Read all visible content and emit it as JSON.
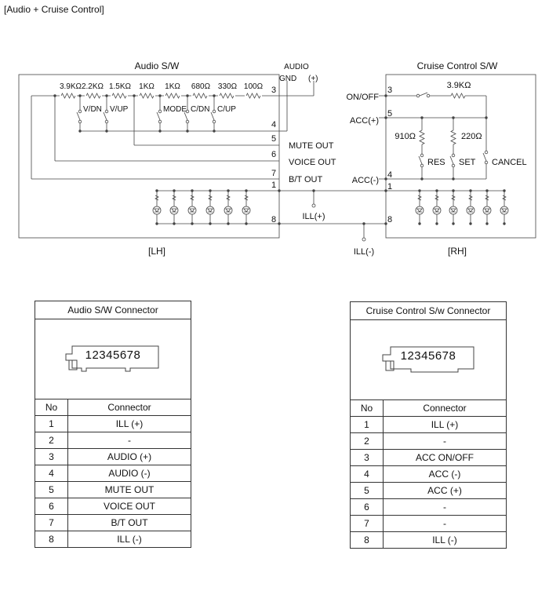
{
  "title": "[Audio + Cruise Control]",
  "audio_sw": {
    "title": "Audio S/W",
    "side": "[LH]",
    "resistors": [
      "3.9KΩ",
      "2.2KΩ",
      "1.5KΩ",
      "1KΩ",
      "1KΩ",
      "680Ω",
      "330Ω",
      "100Ω"
    ],
    "switches": [
      "V/DN",
      "V/UP",
      "MODE",
      "C/DN",
      "C/UP"
    ],
    "pins": [
      "3",
      "4",
      "5",
      "6",
      "7",
      "1",
      "8"
    ],
    "outputs": [
      "MUTE OUT",
      "VOICE OUT",
      "B/T OUT"
    ],
    "audio_label": "AUDIO",
    "gnd_label": "GND",
    "plus_label": "(+)"
  },
  "ill": {
    "plus": "ILL(+)",
    "minus": "ILL(-)"
  },
  "cruise_sw": {
    "title": "Cruise Control S/W",
    "side": "[RH]",
    "pins": [
      "3",
      "5",
      "4",
      "1",
      "8"
    ],
    "terminals": [
      "ON/OFF",
      "ACC(+)",
      "ACC(-)"
    ],
    "resistors": [
      "3.9KΩ",
      "910Ω",
      "220Ω"
    ],
    "switches": [
      "RES",
      "SET",
      "CANCEL"
    ]
  },
  "audio_connector": {
    "title": "Audio S/W Connector",
    "pins": "12345678",
    "col_no": "No",
    "col_connector": "Connector",
    "rows": [
      [
        "1",
        "ILL (+)"
      ],
      [
        "2",
        "-"
      ],
      [
        "3",
        "AUDIO (+)"
      ],
      [
        "4",
        "AUDIO (-)"
      ],
      [
        "5",
        "MUTE OUT"
      ],
      [
        "6",
        "VOICE OUT"
      ],
      [
        "7",
        "B/T OUT"
      ],
      [
        "8",
        "ILL (-)"
      ]
    ]
  },
  "cruise_connector": {
    "title": "Cruise Control S/w Connector",
    "pins": "12345678",
    "col_no": "No",
    "col_connector": "Connector",
    "rows": [
      [
        "1",
        "ILL (+)"
      ],
      [
        "2",
        "-"
      ],
      [
        "3",
        "ACC ON/OFF"
      ],
      [
        "4",
        "ACC (-)"
      ],
      [
        "5",
        "ACC (+)"
      ],
      [
        "6",
        "-"
      ],
      [
        "7",
        "-"
      ],
      [
        "8",
        "ILL (-)"
      ]
    ]
  }
}
